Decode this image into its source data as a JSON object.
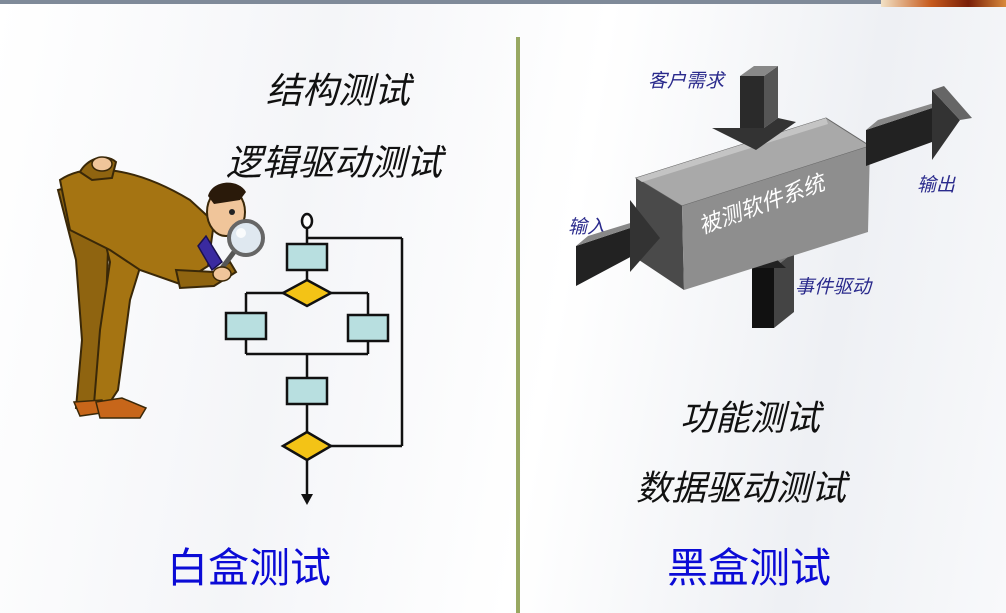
{
  "white_box": {
    "line1": "结构测试",
    "line2": "逻辑驱动测试",
    "title": "白盒测试"
  },
  "black_box": {
    "line1": "功能测试",
    "line2": "数据驱动测试",
    "title": "黑盒测试",
    "box_label": "被测软件系统",
    "arrow_top": "客户需求",
    "arrow_left": "输入",
    "arrow_right": "输出",
    "arrow_bottom": "事件驱动"
  },
  "colors": {
    "title_blue": "#0b0bd6",
    "label_navy": "#2a2a8c",
    "flow_box": "#b8dfe0",
    "flow_diamond": "#f3c316",
    "divider": "#98a862"
  },
  "icons": [
    "magnifier-man-icon",
    "flowchart",
    "black-box-3d"
  ]
}
